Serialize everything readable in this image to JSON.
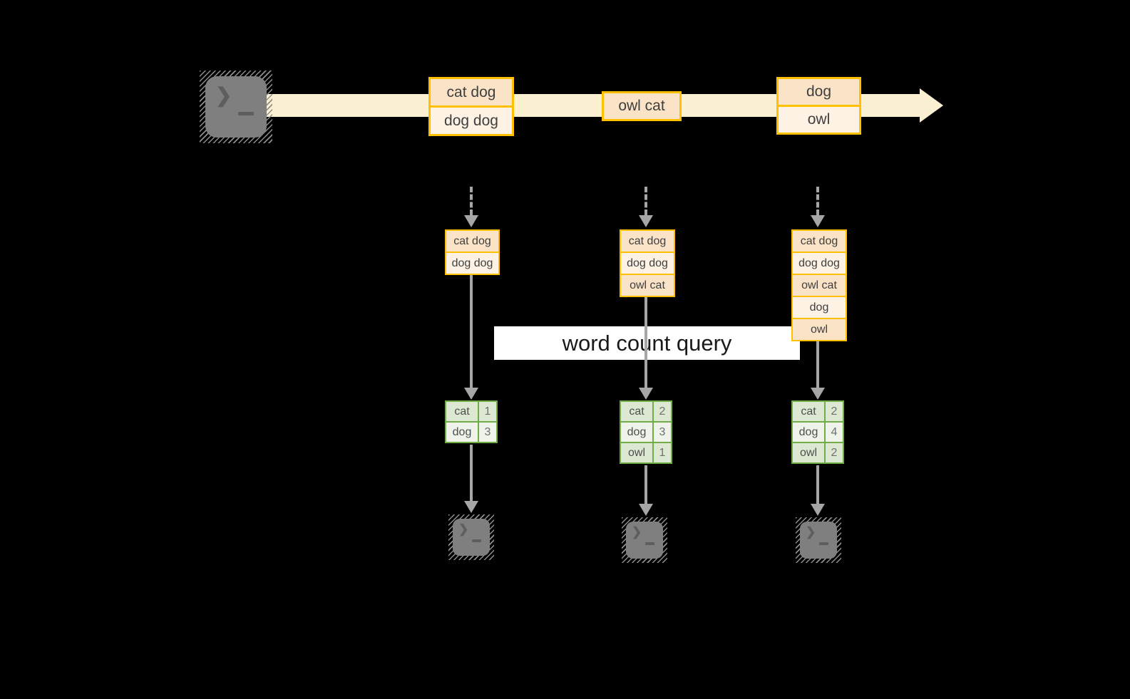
{
  "banner": {
    "label": "word count query"
  },
  "stream": {
    "batches": [
      {
        "events": [
          "cat dog",
          "dog dog"
        ]
      },
      {
        "events": [
          "owl cat"
        ]
      },
      {
        "events": [
          "dog",
          "owl"
        ]
      }
    ]
  },
  "columns": [
    {
      "input_events": [
        "cat dog",
        "dog dog"
      ],
      "counts": [
        {
          "word": "cat",
          "count": "1"
        },
        {
          "word": "dog",
          "count": "3"
        }
      ]
    },
    {
      "input_events": [
        "cat dog",
        "dog dog",
        "owl cat"
      ],
      "counts": [
        {
          "word": "cat",
          "count": "2"
        },
        {
          "word": "dog",
          "count": "3"
        },
        {
          "word": "owl",
          "count": "1"
        }
      ]
    },
    {
      "input_events": [
        "cat dog",
        "dog dog",
        "owl cat",
        "dog",
        "owl"
      ],
      "counts": [
        {
          "word": "cat",
          "count": "2"
        },
        {
          "word": "dog",
          "count": "4"
        },
        {
          "word": "owl",
          "count": "2"
        }
      ]
    }
  ],
  "icons": {
    "terminal_prompt": "❯"
  },
  "colors": {
    "background": "#000000",
    "stream_band": "#FBF0D2",
    "event_border": "#FFC000",
    "event_fill_dark": "#FAE3C6",
    "event_fill_light": "#FDF2E4",
    "table_border": "#70AD47",
    "table_fill_dark": "#DDE8D2",
    "table_fill_light": "#EFF3EA",
    "arrow_gray": "#A6A6A6",
    "terminal_gray": "#7F7F7F",
    "banner_bg": "#FFFFFF"
  }
}
